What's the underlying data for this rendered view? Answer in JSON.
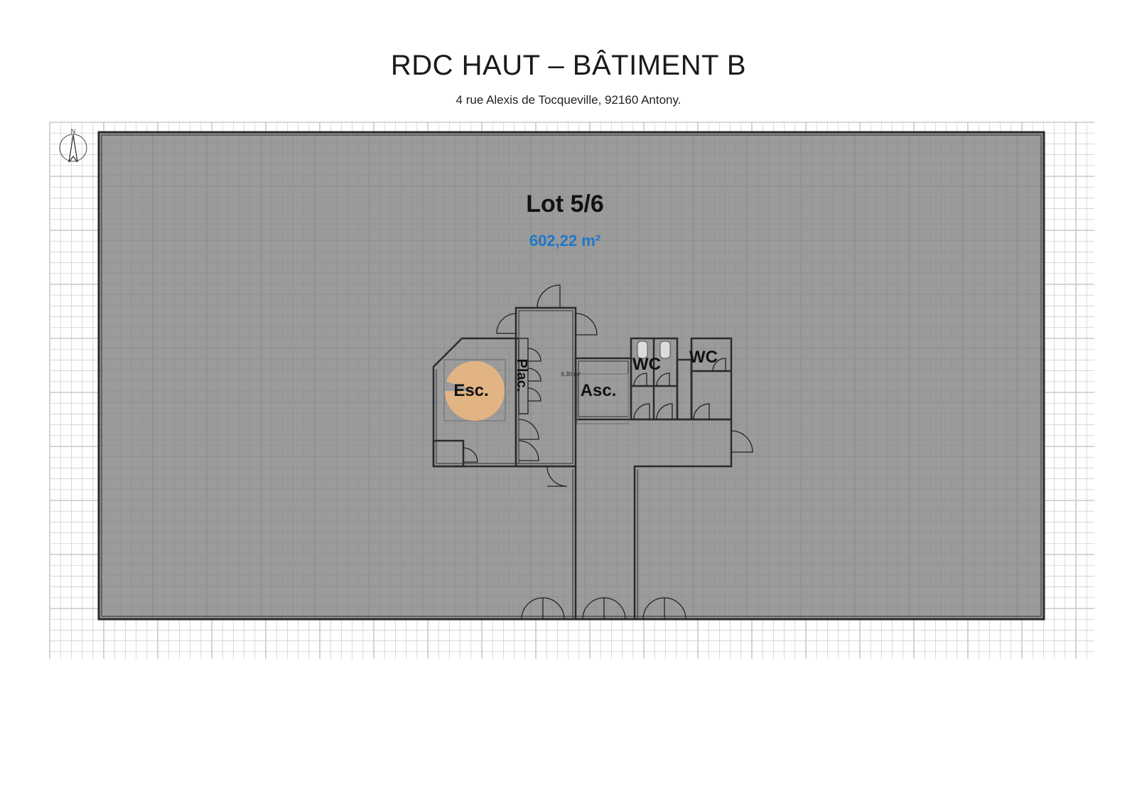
{
  "header": {
    "title": "RDC HAUT – BÂTIMENT B",
    "address": "4 rue Alexis de Tocqueville, 92160 Antony."
  },
  "plan": {
    "compass_letter": "N",
    "lot_title": "Lot 5/6",
    "lot_area": "602,22 m²",
    "small_area_note": "6,30 m²",
    "rooms": {
      "stairs": "Esc.",
      "closet": "Plac.",
      "elevator": "Asc.",
      "wc_left": "WC",
      "wc_right": "WC"
    },
    "colors": {
      "floor": "#9b9b9b",
      "wall": "#2b2b2b",
      "stairs": "#e2b483",
      "area_text": "#1f77c9",
      "outer_grid": "#c9c9c9",
      "inner_grid": "#8c8c8c"
    }
  }
}
